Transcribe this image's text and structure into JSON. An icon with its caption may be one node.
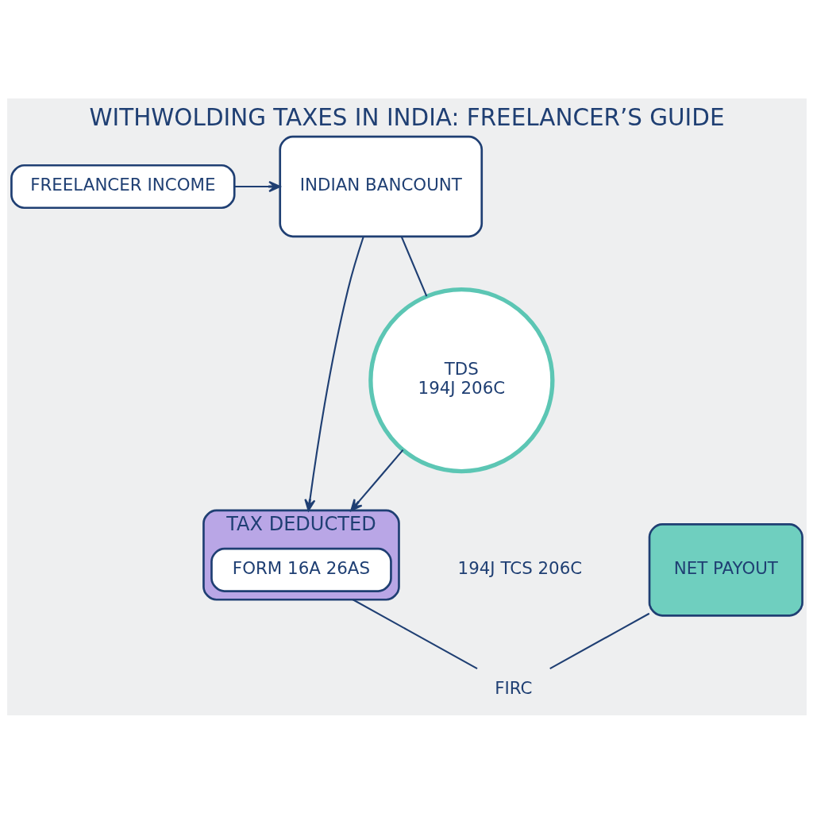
{
  "diagram": {
    "title": "WITHWOLDING TAXES IN INDIA: FREELANCER’S GUIDE",
    "nodes": [
      {
        "text": [
          "FREELANCER INCOME"
        ]
      },
      {
        "text": [
          "INDIAN BANCOUNT"
        ]
      },
      {
        "text": [
          "TDS",
          "194J 206C"
        ]
      },
      {
        "text": [
          "TAX DEDUCTED"
        ]
      },
      {
        "text": [
          "FORM 16A 26AS"
        ],
        "in": 3
      },
      {
        "text": [
          "NET PAYOUT"
        ]
      },
      {
        "text": [
          "FIRC"
        ]
      }
    ],
    "edges": [
      {
        "from": 0,
        "to": 1,
        "arrow": "to"
      },
      {
        "from": 1,
        "to": 2,
        "arrow": "none"
      },
      {
        "from": 1,
        "to": 3,
        "arrow": "to"
      },
      {
        "from": 2,
        "to": 3,
        "arrow": "to"
      },
      {
        "from": 3,
        "to": 6,
        "arrow": "none"
      },
      {
        "from": 5,
        "to": 6,
        "arrow": "none"
      }
    ],
    "labels": [
      "194J TCS 206C"
    ]
  }
}
